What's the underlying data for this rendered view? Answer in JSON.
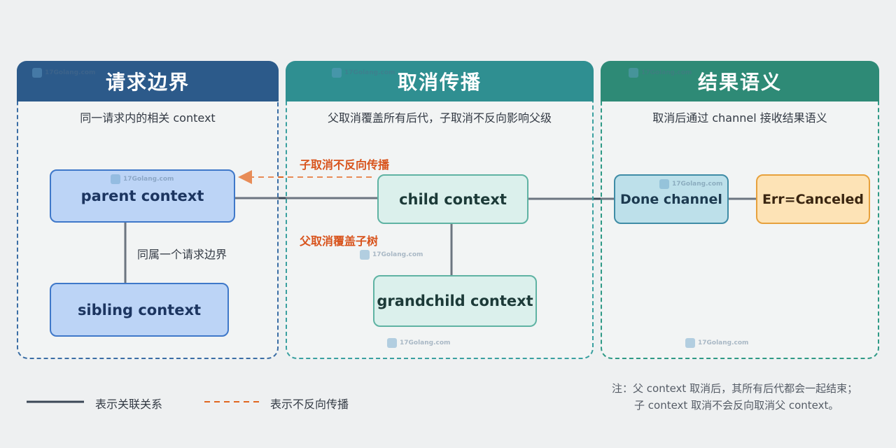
{
  "panels": {
    "scope": {
      "title": "请求边界",
      "subtitle": "同一请求内的相关 context"
    },
    "propagation": {
      "title": "取消传播",
      "subtitle": "父取消覆盖所有后代，子取消不反向影响父级"
    },
    "semantics": {
      "title": "结果语义",
      "subtitle": "取消后通过 channel 接收结果语义"
    }
  },
  "nodes": {
    "parent": "parent context",
    "sibling": "sibling context",
    "child": "child context",
    "grandchild": "grandchild context",
    "done": "Done channel",
    "err": "Err=Canceled"
  },
  "edge_labels": {
    "same_scope": "同属一个请求边界",
    "no_reverse": "子取消不反向传播",
    "cover_subtree": "父取消覆盖子树"
  },
  "legend": {
    "solid": "表示关联关系",
    "dashed": "表示不反向传播"
  },
  "note": {
    "line1": "注：父 context 取消后，其所有后代都会一起结束；",
    "line2": "子 context 取消不会反向取消父 context。"
  },
  "watermark": "17Golang.com",
  "colors": {
    "relation_line": "#3b4756",
    "no_reverse_line": "#e0661f"
  }
}
